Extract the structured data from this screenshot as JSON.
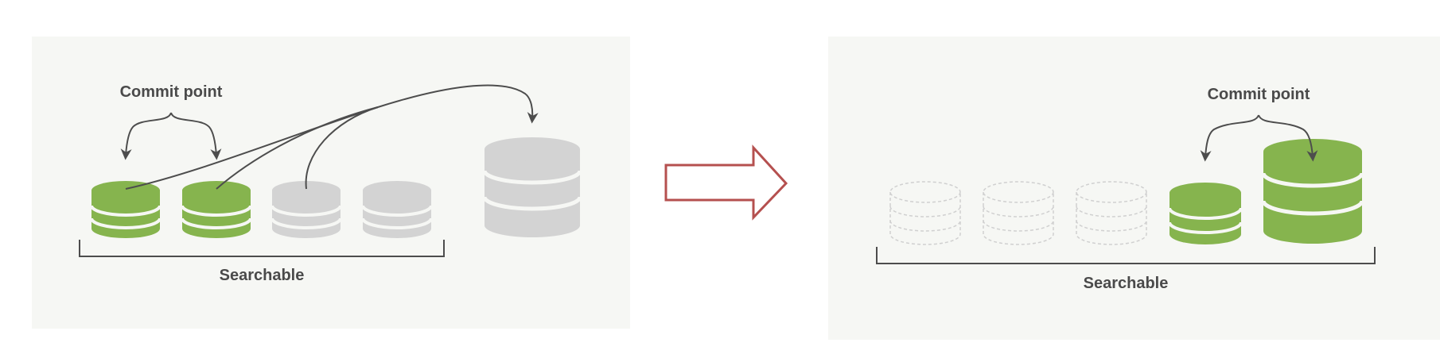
{
  "before": {
    "commit_point_label": "Commit point",
    "searchable_label": "Searchable"
  },
  "after": {
    "commit_point_label": "Commit point",
    "searchable_label": "Searchable"
  },
  "colors": {
    "panel_bg": "#f6f7f4",
    "committed_segment": "#86b44e",
    "uncommitted_segment": "#d3d3d3",
    "deleted_segment_outline": "#d0d0d0",
    "arrow_outline": "#b5504f",
    "lines": "#555555",
    "text": "#4a4a4a"
  }
}
